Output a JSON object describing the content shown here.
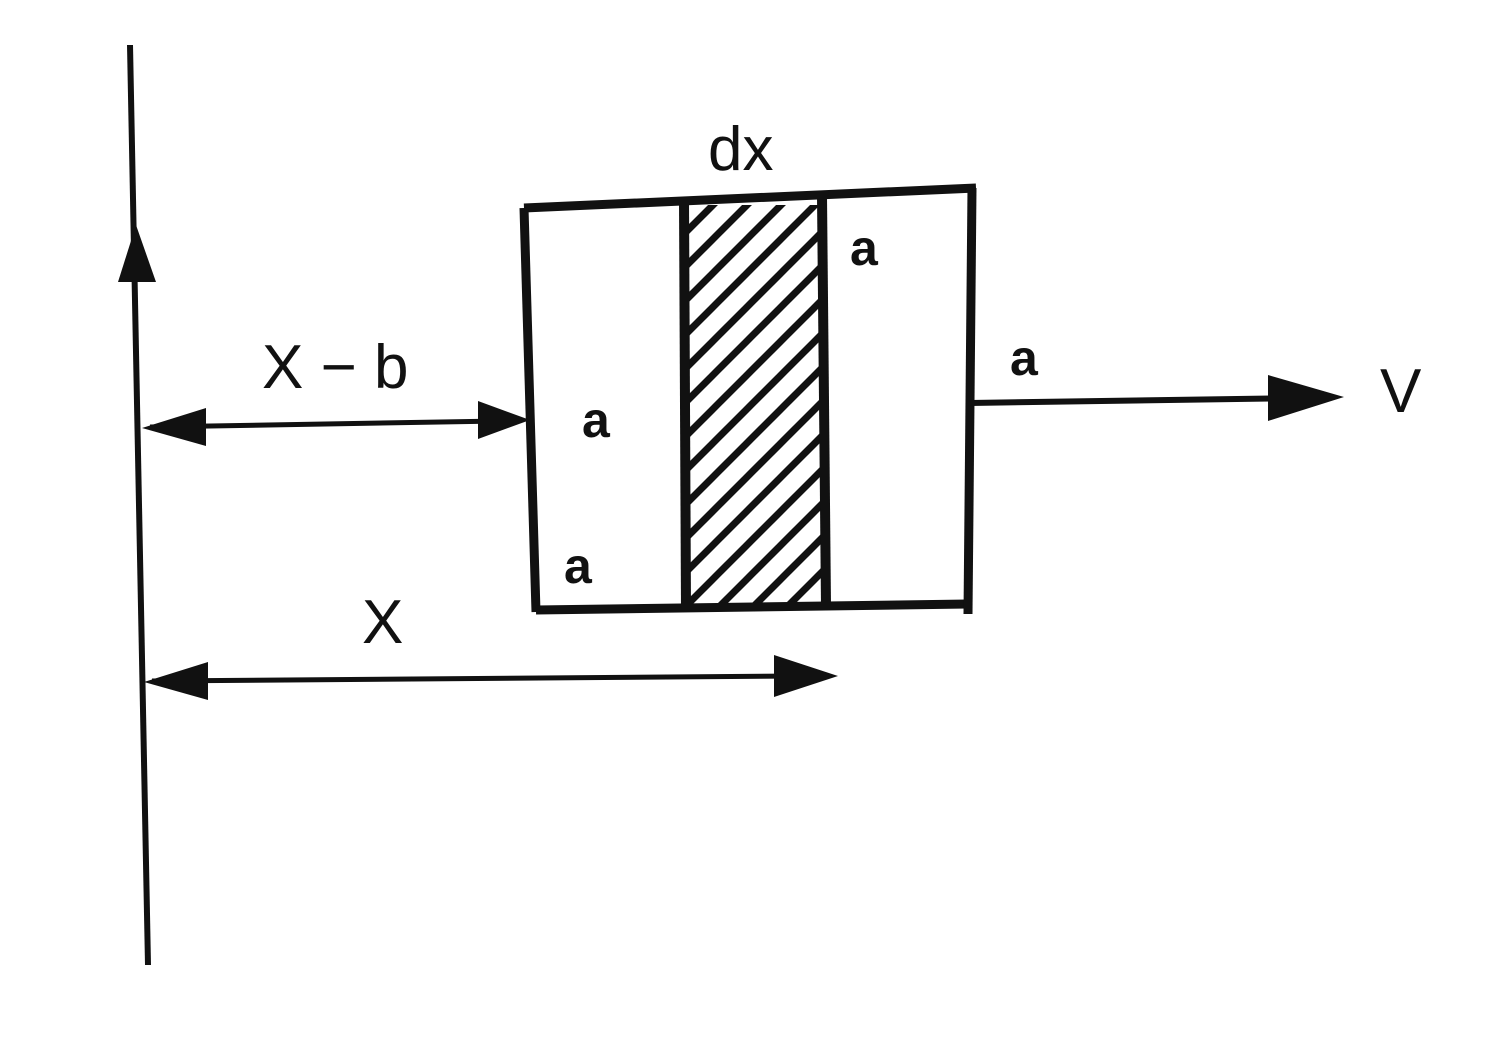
{
  "labels": {
    "strip_width": "dx",
    "gap_distance": "X − b",
    "strip_distance": "X",
    "velocity": "V",
    "side_top_right": "a",
    "side_right_edge": "a",
    "side_left_middle": "a",
    "side_bottom_left": "a"
  },
  "colors": {
    "ink": "#111111",
    "background": "#ffffff"
  }
}
